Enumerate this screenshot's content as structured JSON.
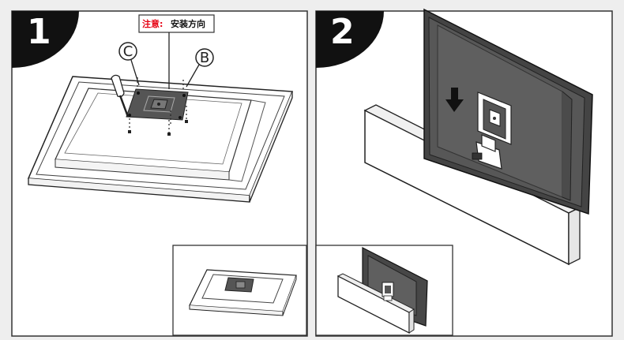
{
  "panels": [
    {
      "step": "1",
      "note": {
        "warning": "注意:",
        "text": "安装方向"
      },
      "callouts": [
        "C",
        "B"
      ]
    },
    {
      "step": "2"
    }
  ],
  "colors": {
    "background": "#eeeeee",
    "badge": "#111111",
    "plate": "#555555",
    "monitor": "#575757",
    "warning": "#e60012"
  },
  "icons": [
    "screwdriver-icon",
    "down-arrow-icon"
  ]
}
